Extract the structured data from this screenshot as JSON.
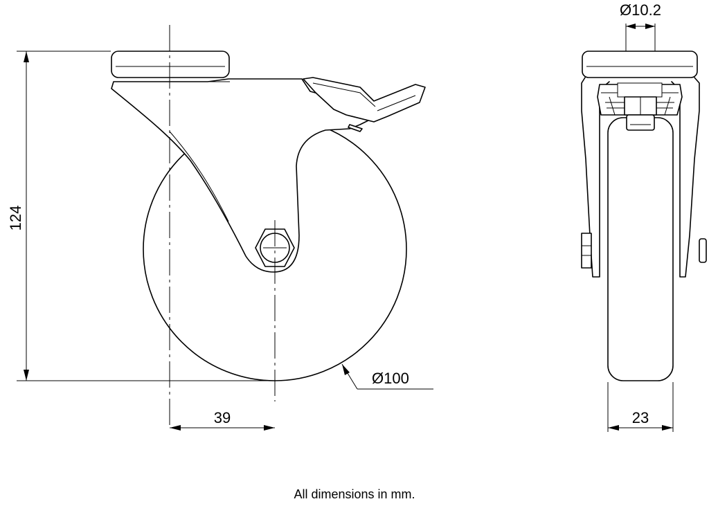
{
  "dimensions": {
    "height_total": "124",
    "offset": "39",
    "wheel_diameter": "Ø100",
    "bolt_hole": "Ø10.2",
    "wheel_width": "23"
  },
  "footnote": "All dimensions in mm."
}
